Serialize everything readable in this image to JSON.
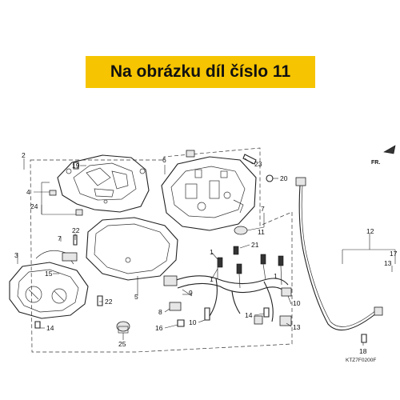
{
  "banner": {
    "text": "Na obrázku díl číslo 11",
    "background": "#f6c400"
  },
  "diagram": {
    "code": "KTZ7F0200F",
    "front_marker": "FR.",
    "callouts": {
      "c2": "2",
      "c3": "3",
      "c4": "4",
      "c5": "5",
      "c6": "6",
      "c7": "7",
      "c8": "8",
      "c9": "9",
      "c10": "10",
      "c11": "11",
      "c12": "12",
      "c13": "13",
      "c14": "14",
      "c15": "15",
      "c16": "16",
      "c17": "17",
      "c18": "18",
      "c19": "19",
      "c20": "20",
      "c21": "21",
      "c22": "22",
      "c23": "23",
      "c24": "24",
      "c25": "25",
      "c1": "1"
    }
  }
}
